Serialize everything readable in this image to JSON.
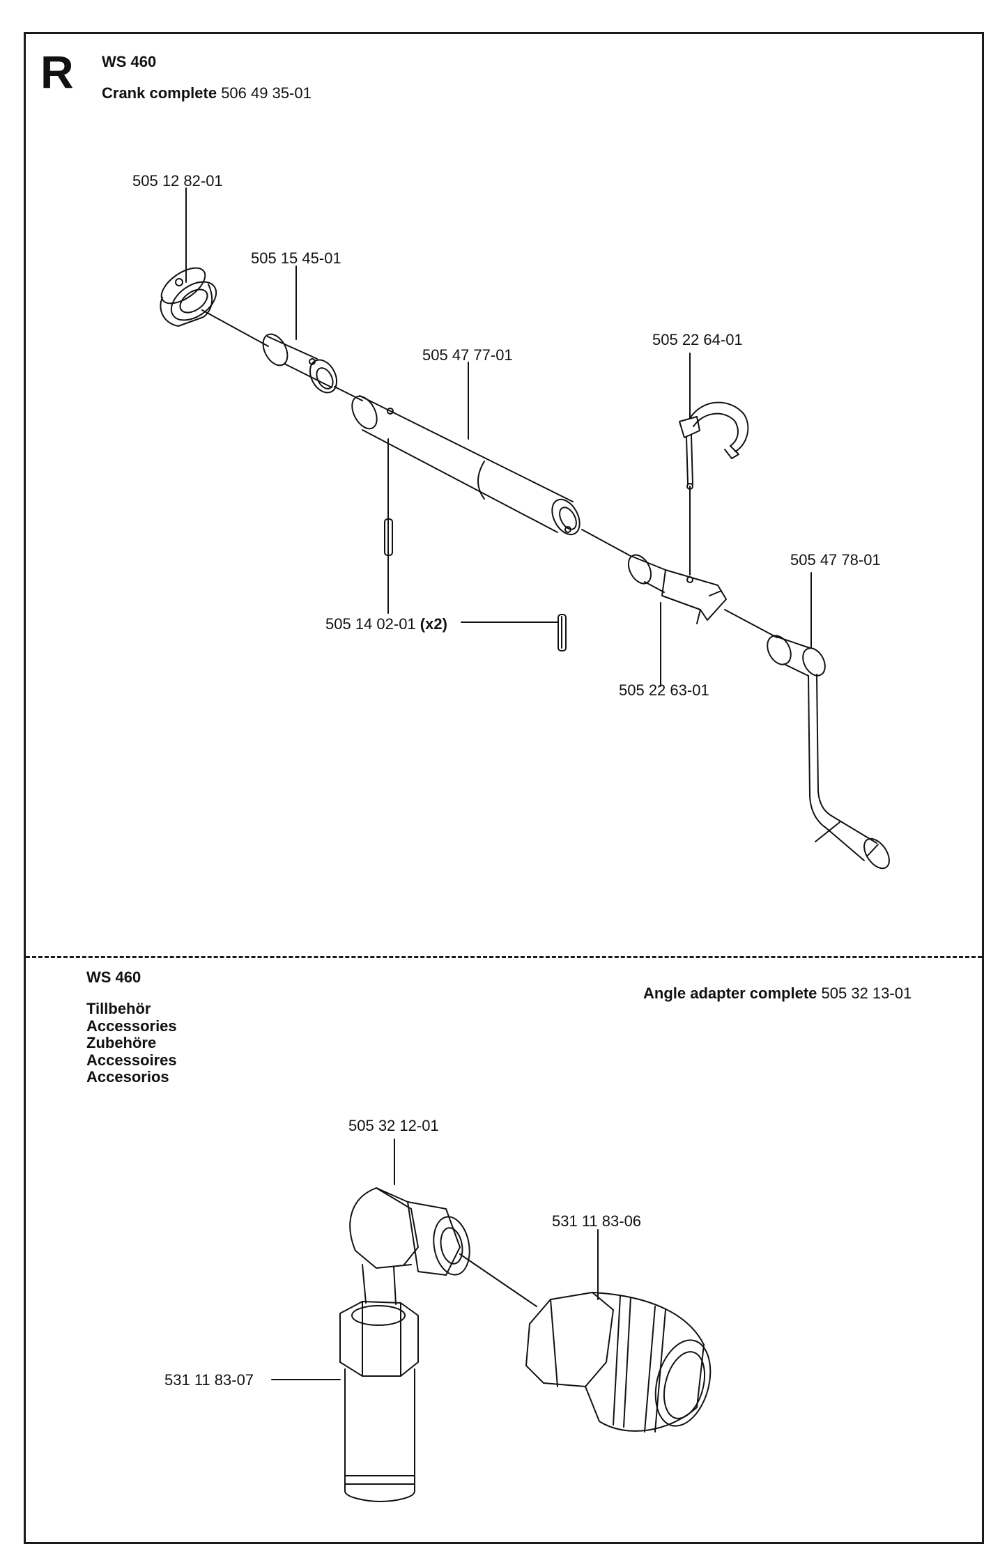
{
  "section_letter": "R",
  "upper": {
    "model": "WS 460",
    "assembly_name": "Crank complete",
    "assembly_number": "506 49 35-01",
    "parts": {
      "collar": "505 12 82-01",
      "sleeve": "505 15 45-01",
      "tube": "505 47 77-01",
      "clip": "505 22 64-01",
      "crank": "505 47 78-01",
      "pin": "505 14 02-01",
      "pin_qty": "(x2)",
      "coupling": "505 22 63-01"
    }
  },
  "lower": {
    "model": "WS 460",
    "accessories": [
      "Tillbehör",
      "Accessories",
      "Zubehöre",
      "Accessoires",
      "Accesorios"
    ],
    "assembly_name": "Angle adapter complete",
    "assembly_number": "505 32 13-01",
    "parts": {
      "elbow": "505 32 12-01",
      "socket": "531 11 83-06",
      "nipple": "531 11 83-07"
    }
  }
}
